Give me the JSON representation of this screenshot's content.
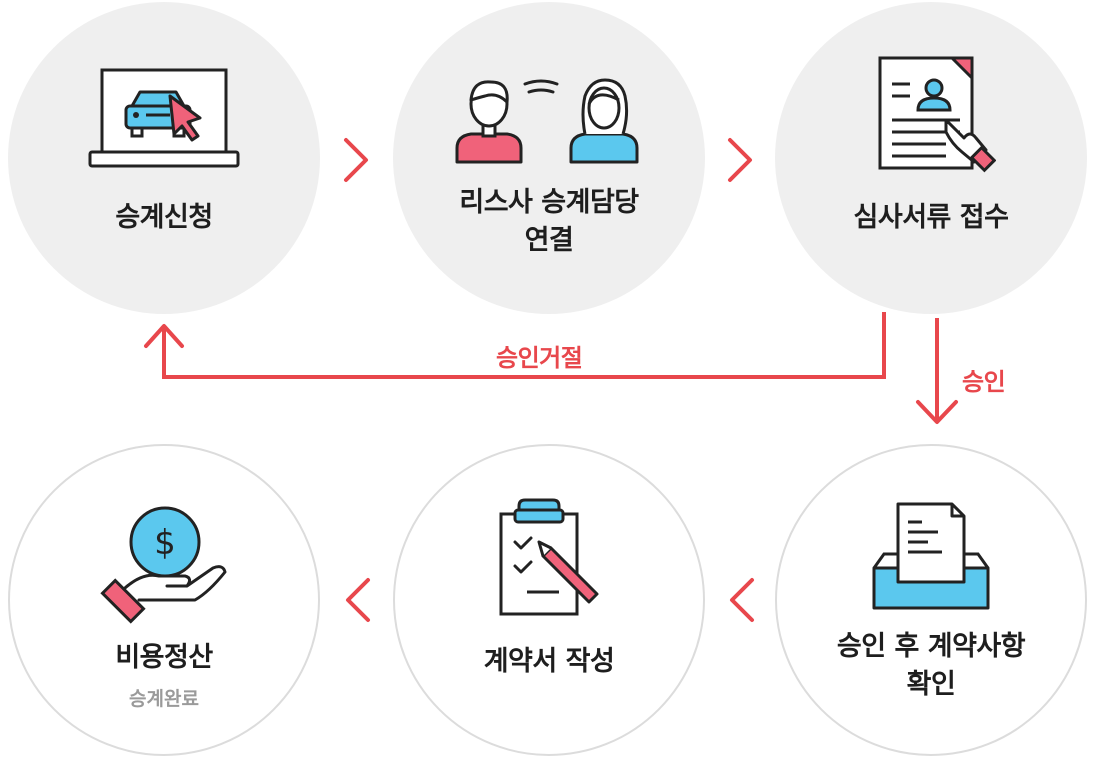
{
  "steps": [
    {
      "id": "apply",
      "lines": [
        "승계신청"
      ],
      "icon": "laptop-car-icon"
    },
    {
      "id": "connect",
      "lines": [
        "리스사 승계담당",
        "연결"
      ],
      "icon": "two-people-icon"
    },
    {
      "id": "review",
      "lines": [
        "심사서류 접수"
      ],
      "icon": "document-profile-icon"
    },
    {
      "id": "confirm",
      "lines": [
        "승인 후 계약사항",
        "확인"
      ],
      "icon": "inbox-document-icon"
    },
    {
      "id": "contract",
      "lines": [
        "계약서 작성"
      ],
      "icon": "clipboard-pen-icon"
    },
    {
      "id": "settle",
      "lines": [
        "비용정산"
      ],
      "sub": "승계완료",
      "icon": "hand-coin-icon"
    }
  ],
  "flows": {
    "rejected_label": "승인거절",
    "approved_label": "승인"
  },
  "colors": {
    "accent": "#e8474c",
    "blue": "#5bc8ee",
    "pink": "#f0627a",
    "circle_fill": "#efefef",
    "circle_border": "#dcdcdc"
  }
}
